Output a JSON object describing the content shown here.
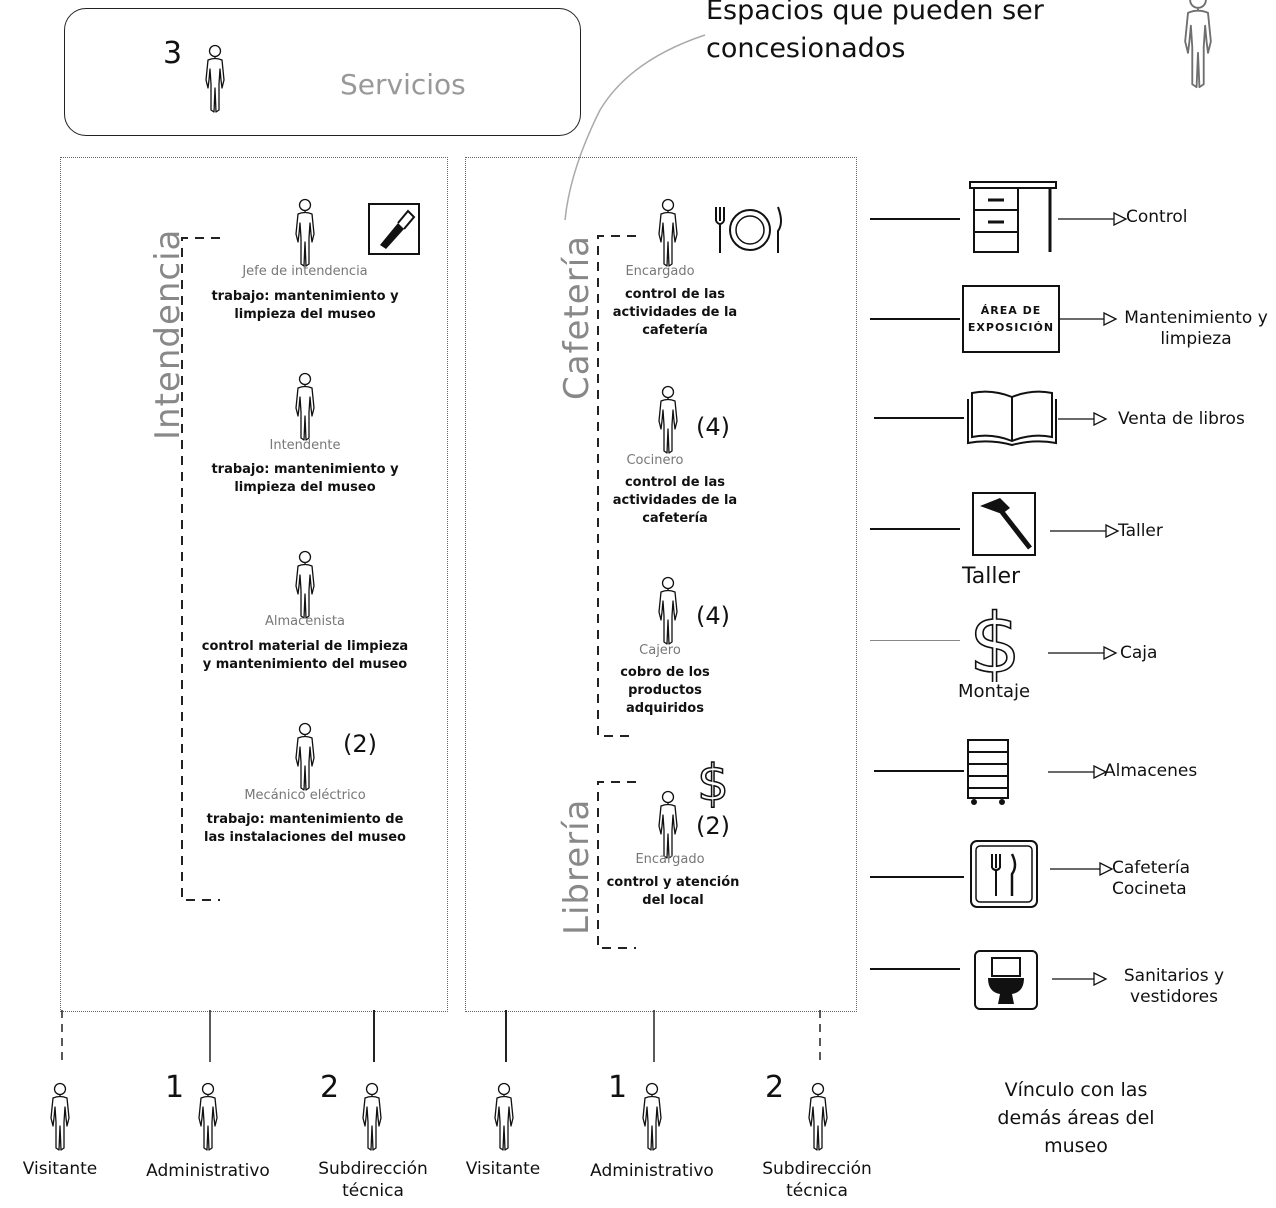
{
  "header": {
    "count": "3",
    "title": "Servicios",
    "note": "Espacios que pueden ser concesionados"
  },
  "intendencia": {
    "label": "Intendencia",
    "roles": [
      {
        "title": "Jefe de intendencia",
        "desc": "trabajo: mantenimiento y limpieza del museo",
        "count": ""
      },
      {
        "title": "Intendente",
        "desc": "trabajo: mantenimiento y limpieza del museo",
        "count": ""
      },
      {
        "title": "Almacenista",
        "desc": "control material de limpieza y mantenimiento del museo",
        "count": ""
      },
      {
        "title": "Mecánico eléctrico",
        "desc": "trabajo: mantenimiento de las instalaciones del museo",
        "count": "(2)"
      }
    ]
  },
  "cafeteria": {
    "label": "Cafetería",
    "roles": [
      {
        "title": "Encargado",
        "desc": "control de las actividades de la cafetería",
        "count": ""
      },
      {
        "title": "Cocinero",
        "desc": "control de las actividades de la cafetería",
        "count": "(4)"
      },
      {
        "title": "Cajero",
        "desc": "cobro de los productos adquiridos",
        "count": "(4)"
      }
    ]
  },
  "libreria": {
    "label": "Librería",
    "roles": [
      {
        "title": "Encargado",
        "desc": "control y atención del local",
        "count": "(2)"
      }
    ]
  },
  "links": [
    {
      "icon": "desk-icon",
      "label": "Control"
    },
    {
      "icon": "exhibition-area-icon",
      "icon_text": "Área de exposición",
      "label": "Mantenimiento y limpieza"
    },
    {
      "icon": "book-icon",
      "label": "Venta de libros"
    },
    {
      "icon": "hammer-icon",
      "caption": "Taller",
      "label": "Taller"
    },
    {
      "icon": "dollar-icon",
      "caption": "Montaje",
      "label": "Caja"
    },
    {
      "icon": "shelf-icon",
      "label": "Almacenes"
    },
    {
      "icon": "fork-knife-icon",
      "label": "Cafetería Cocineta"
    },
    {
      "icon": "toilet-icon",
      "label": "Sanitarios y vestidores"
    }
  ],
  "links_footer": "Vínculo con las demás áreas del museo",
  "bottom": {
    "visitante": "Visitante",
    "administrativo": "Administrativo",
    "subdireccion": "Subdirección técnica",
    "num_admin": "1",
    "num_sub": "2"
  }
}
